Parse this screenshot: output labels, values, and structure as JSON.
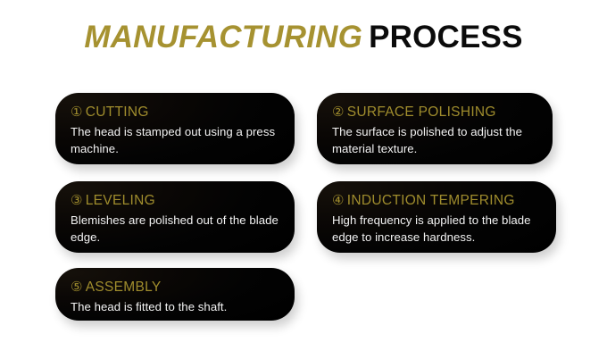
{
  "title": {
    "gold_part": "MANUFACTURING",
    "black_part": "PROCESS",
    "gold_color": "#a69231",
    "black_color": "#0b0b0b"
  },
  "theme": {
    "background": "#ffffff",
    "card_background": "#000000",
    "heading_gold": "#a08d2d",
    "body_text": "#f3f3f3"
  },
  "steps": [
    {
      "number": "①",
      "heading": "CUTTING",
      "body": "The head is stamped out using a press machine."
    },
    {
      "number": "②",
      "heading": "SURFACE POLISHING",
      "body": "The surface is polished to adjust the material texture."
    },
    {
      "number": "③",
      "heading": "LEVELING",
      "body": "Blemishes are polished out of the blade edge."
    },
    {
      "number": "④",
      "heading": "INDUCTION TEMPERING",
      "body": "High frequency is applied to the blade edge to increase hardness."
    },
    {
      "number": "⑤",
      "heading": "ASSEMBLY",
      "body": "The head is fitted to the shaft."
    }
  ]
}
